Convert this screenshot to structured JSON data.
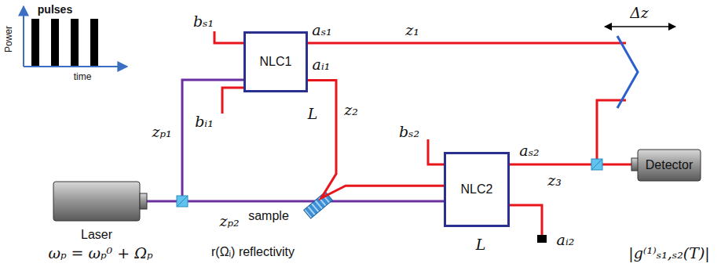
{
  "diagram": {
    "nodes": [
      {
        "text": [
          "NLC1"
        ]
      },
      {
        "text": [
          "NLC2"
        ]
      }
    ],
    "edges": [
      {
        "from": 0,
        "to": 1,
        "arrow": "none"
      }
    ],
    "labels": [
      "pulses",
      "Power",
      "time",
      "bₛ₁",
      "aₛ₁",
      "z₁",
      "Δz",
      "zₚ₁",
      "bᵢ₁",
      "aᵢ₁",
      "z₂",
      "bₛ₂",
      "aₛ₂",
      "z₃",
      "zₚ₂",
      "aᵢ₂",
      "Laser",
      "ωₚ = ωₚ⁰ + Ωₚ",
      "sample",
      "r(Ωᵢ) reflectivity",
      "Detector",
      "|g⁽¹⁾ₛ₁,ₛ₂(T)|",
      "L",
      "L"
    ]
  }
}
